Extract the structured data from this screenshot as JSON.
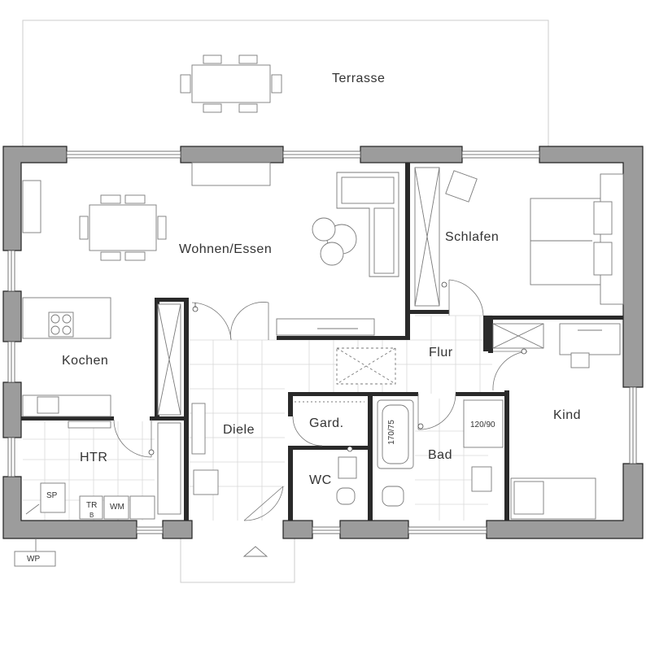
{
  "rooms": {
    "terrasse": "Terrasse",
    "wohnen": "Wohnen/Essen",
    "schlafen": "Schlafen",
    "kochen": "Kochen",
    "flur": "Flur",
    "kind": "Kind",
    "diele": "Diele",
    "gard": "Gard.",
    "htr": "HTR",
    "bad": "Bad",
    "wc": "WC"
  },
  "fixtures": {
    "bathtub": "170/75",
    "shower": "120/90",
    "sp": "SP",
    "tr": "TR",
    "wm": "WM",
    "wp": "WP",
    "b": "B"
  },
  "colors": {
    "wall": "#999999",
    "wall_stroke": "#222222",
    "line": "#8a8a8a",
    "tile": "#d4d4d4",
    "text": "#333333"
  }
}
